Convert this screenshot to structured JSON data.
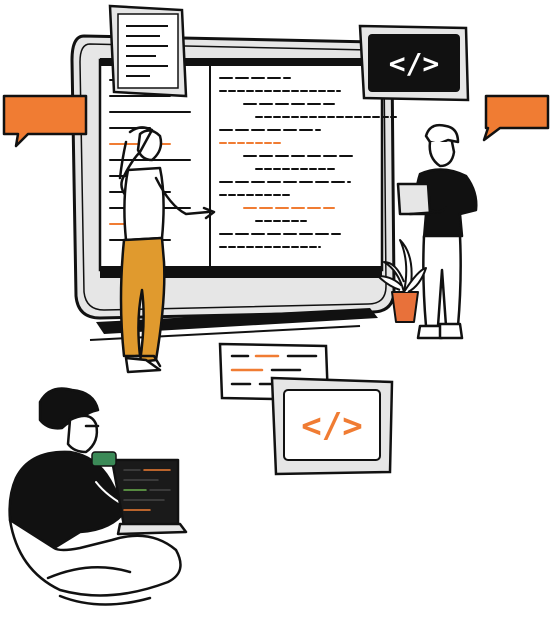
{
  "illustration": {
    "badges": {
      "top_right": {
        "symbol": "</>"
      },
      "bottom": {
        "symbol": "</>"
      }
    },
    "colors": {
      "accent": "#f07c33",
      "ink": "#111111",
      "paper": "#ffffff",
      "gray": "#d9d9d9",
      "pants": "#e09a2e",
      "pot": "#e8713a",
      "leaf": "#ffffff"
    },
    "icons": [
      "large-code-monitor",
      "floating-notes-card",
      "code-tag-badge",
      "orange-speech-bubble",
      "person-pointing",
      "person-with-laptop",
      "potted-plant",
      "floating-code-notes",
      "gray-code-tag-badge",
      "seated-developer-with-laptop"
    ]
  }
}
